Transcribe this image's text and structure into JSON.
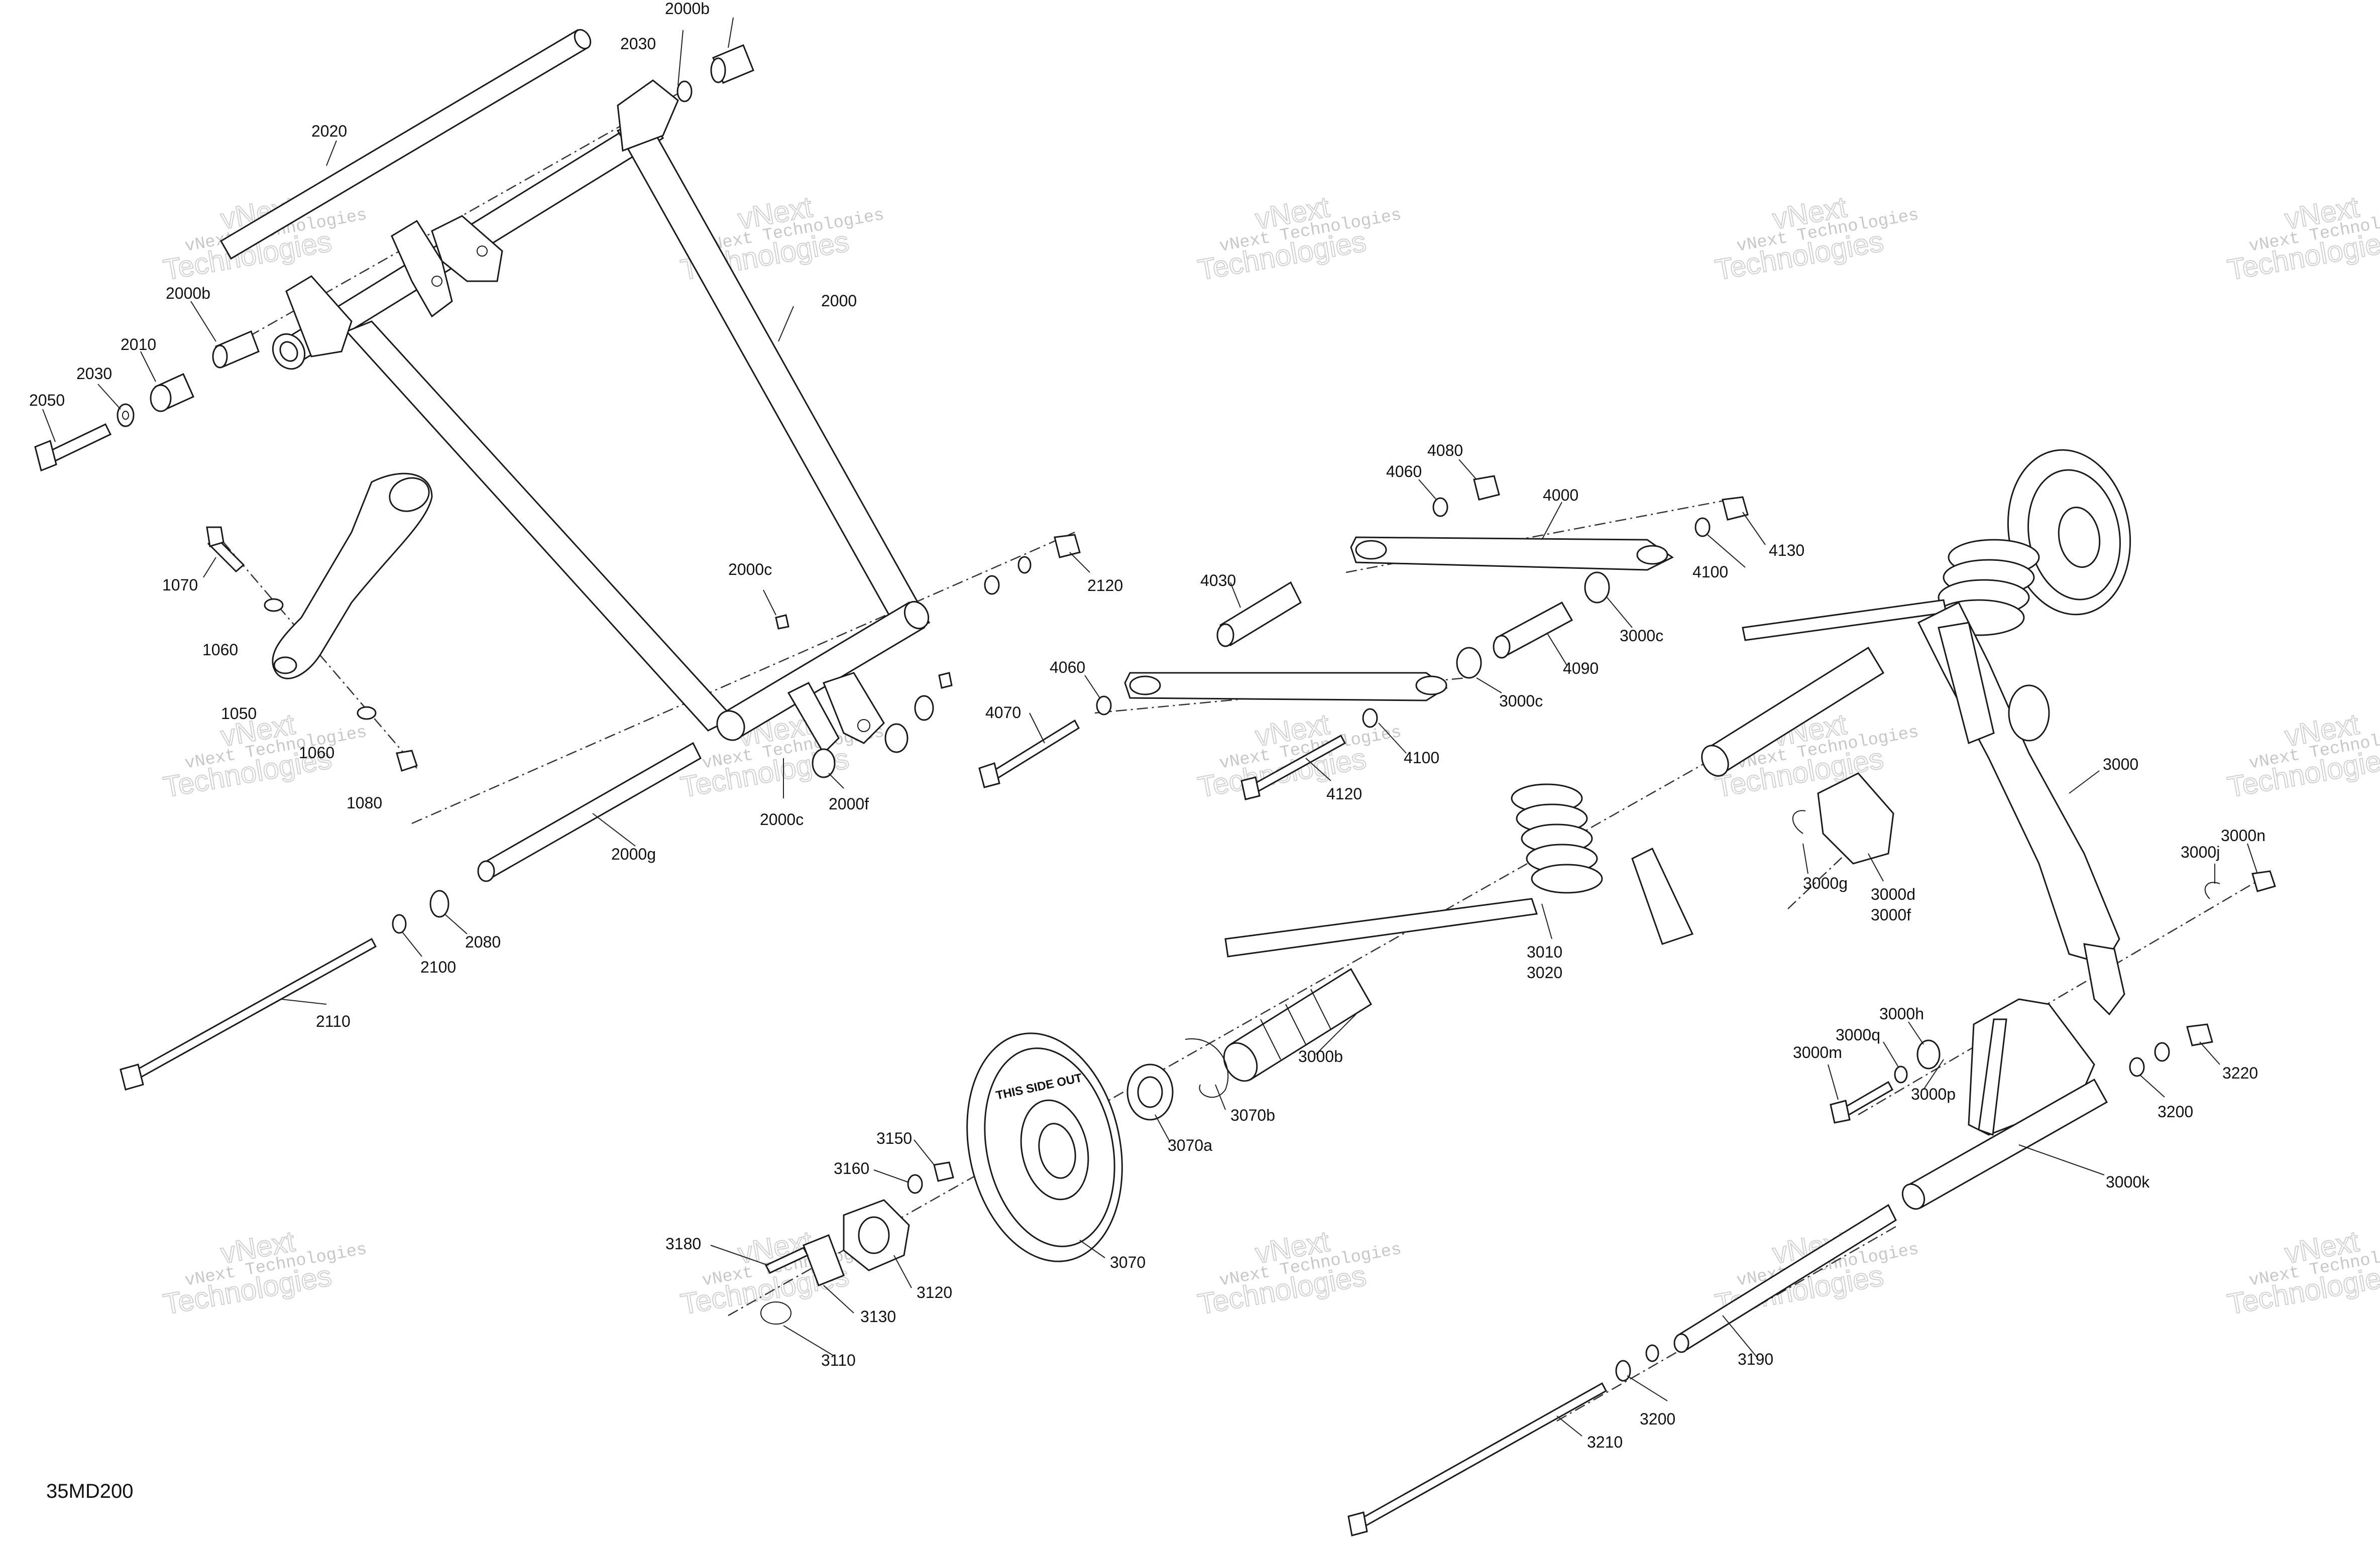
{
  "diagram_code": "35MD200",
  "watermark": {
    "line1": "vNext Technologies",
    "line2": "vNext",
    "line3": "Technologies"
  },
  "labels": [
    {
      "id": "2000b_top",
      "text": "2000b"
    },
    {
      "id": "2030_top",
      "text": "2030"
    },
    {
      "id": "2020",
      "text": "2020"
    },
    {
      "id": "2000",
      "text": "2000"
    },
    {
      "id": "2000b_left",
      "text": "2000b"
    },
    {
      "id": "2010",
      "text": "2010"
    },
    {
      "id": "2030_left",
      "text": "2030"
    },
    {
      "id": "2050",
      "text": "2050"
    },
    {
      "id": "1070",
      "text": "1070"
    },
    {
      "id": "1060_top",
      "text": "1060"
    },
    {
      "id": "1050",
      "text": "1050"
    },
    {
      "id": "1060_bottom",
      "text": "1060"
    },
    {
      "id": "1080",
      "text": "1080"
    },
    {
      "id": "2000c_top",
      "text": "2000c"
    },
    {
      "id": "2000c_bottom",
      "text": "2000c"
    },
    {
      "id": "2000f",
      "text": "2000f"
    },
    {
      "id": "2000g",
      "text": "2000g"
    },
    {
      "id": "2080",
      "text": "2080"
    },
    {
      "id": "2100",
      "text": "2100"
    },
    {
      "id": "2110",
      "text": "2110"
    },
    {
      "id": "2120",
      "text": "2120"
    },
    {
      "id": "4080",
      "text": "4080"
    },
    {
      "id": "4060_top",
      "text": "4060"
    },
    {
      "id": "4000",
      "text": "4000"
    },
    {
      "id": "4130",
      "text": "4130"
    },
    {
      "id": "4100_top",
      "text": "4100"
    },
    {
      "id": "4030",
      "text": "4030"
    },
    {
      "id": "3000c_right",
      "text": "3000c"
    },
    {
      "id": "4090",
      "text": "4090"
    },
    {
      "id": "3000c_left",
      "text": "3000c"
    },
    {
      "id": "4060_bottom",
      "text": "4060"
    },
    {
      "id": "4070",
      "text": "4070"
    },
    {
      "id": "4100_bottom",
      "text": "4100"
    },
    {
      "id": "4120",
      "text": "4120"
    },
    {
      "id": "3000",
      "text": "3000"
    },
    {
      "id": "3000g",
      "text": "3000g"
    },
    {
      "id": "3000d",
      "text": "3000d"
    },
    {
      "id": "3000f",
      "text": "3000f"
    },
    {
      "id": "3000j",
      "text": "3000j"
    },
    {
      "id": "3000n",
      "text": "3000n"
    },
    {
      "id": "3010",
      "text": "3010"
    },
    {
      "id": "3020",
      "text": "3020"
    },
    {
      "id": "3000b",
      "text": "3000b"
    },
    {
      "id": "3070b",
      "text": "3070b"
    },
    {
      "id": "3070a",
      "text": "3070a"
    },
    {
      "id": "3070",
      "text": "3070"
    },
    {
      "id": "3150",
      "text": "3150"
    },
    {
      "id": "3160",
      "text": "3160"
    },
    {
      "id": "3180",
      "text": "3180"
    },
    {
      "id": "3120",
      "text": "3120"
    },
    {
      "id": "3130",
      "text": "3130"
    },
    {
      "id": "3110",
      "text": "3110"
    },
    {
      "id": "3000h",
      "text": "3000h"
    },
    {
      "id": "3000q",
      "text": "3000q"
    },
    {
      "id": "3000m",
      "text": "3000m"
    },
    {
      "id": "3000p",
      "text": "3000p"
    },
    {
      "id": "3220",
      "text": "3220"
    },
    {
      "id": "3200_top",
      "text": "3200"
    },
    {
      "id": "3000k",
      "text": "3000k"
    },
    {
      "id": "3190",
      "text": "3190"
    },
    {
      "id": "3200_bottom",
      "text": "3200"
    },
    {
      "id": "3210",
      "text": "3210"
    }
  ],
  "wheel_text": "THIS SIDE OUT"
}
